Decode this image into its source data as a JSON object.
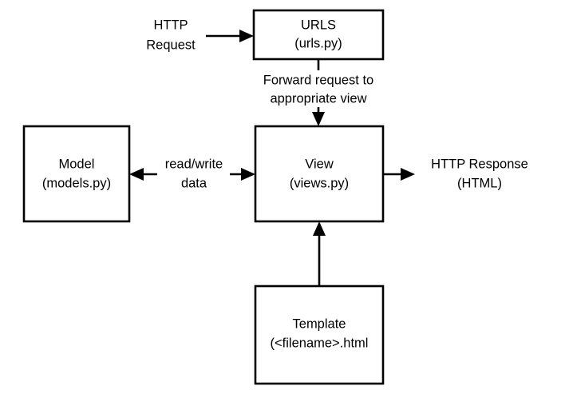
{
  "diagram": {
    "title": "Django request/response flow",
    "background_color": "#ffffff",
    "stroke_color": "#000000",
    "nodes": [
      {
        "id": "urls",
        "line1": "URLS",
        "line2": "(urls.py)"
      },
      {
        "id": "model",
        "line1": "Model",
        "line2": "(models.py)"
      },
      {
        "id": "view",
        "line1": "View",
        "line2": "(views.py)"
      },
      {
        "id": "template",
        "line1": "Template",
        "line2": "(<filename>.html"
      }
    ],
    "edge_labels": [
      {
        "id": "http-request",
        "line1": "HTTP",
        "line2": "Request"
      },
      {
        "id": "forward-request",
        "line1": "Forward request to",
        "line2": "appropriate view"
      },
      {
        "id": "read-write-data",
        "line1": "read/write",
        "line2": "data"
      },
      {
        "id": "http-response",
        "line1": "HTTP Response",
        "line2": "(HTML)"
      }
    ]
  }
}
